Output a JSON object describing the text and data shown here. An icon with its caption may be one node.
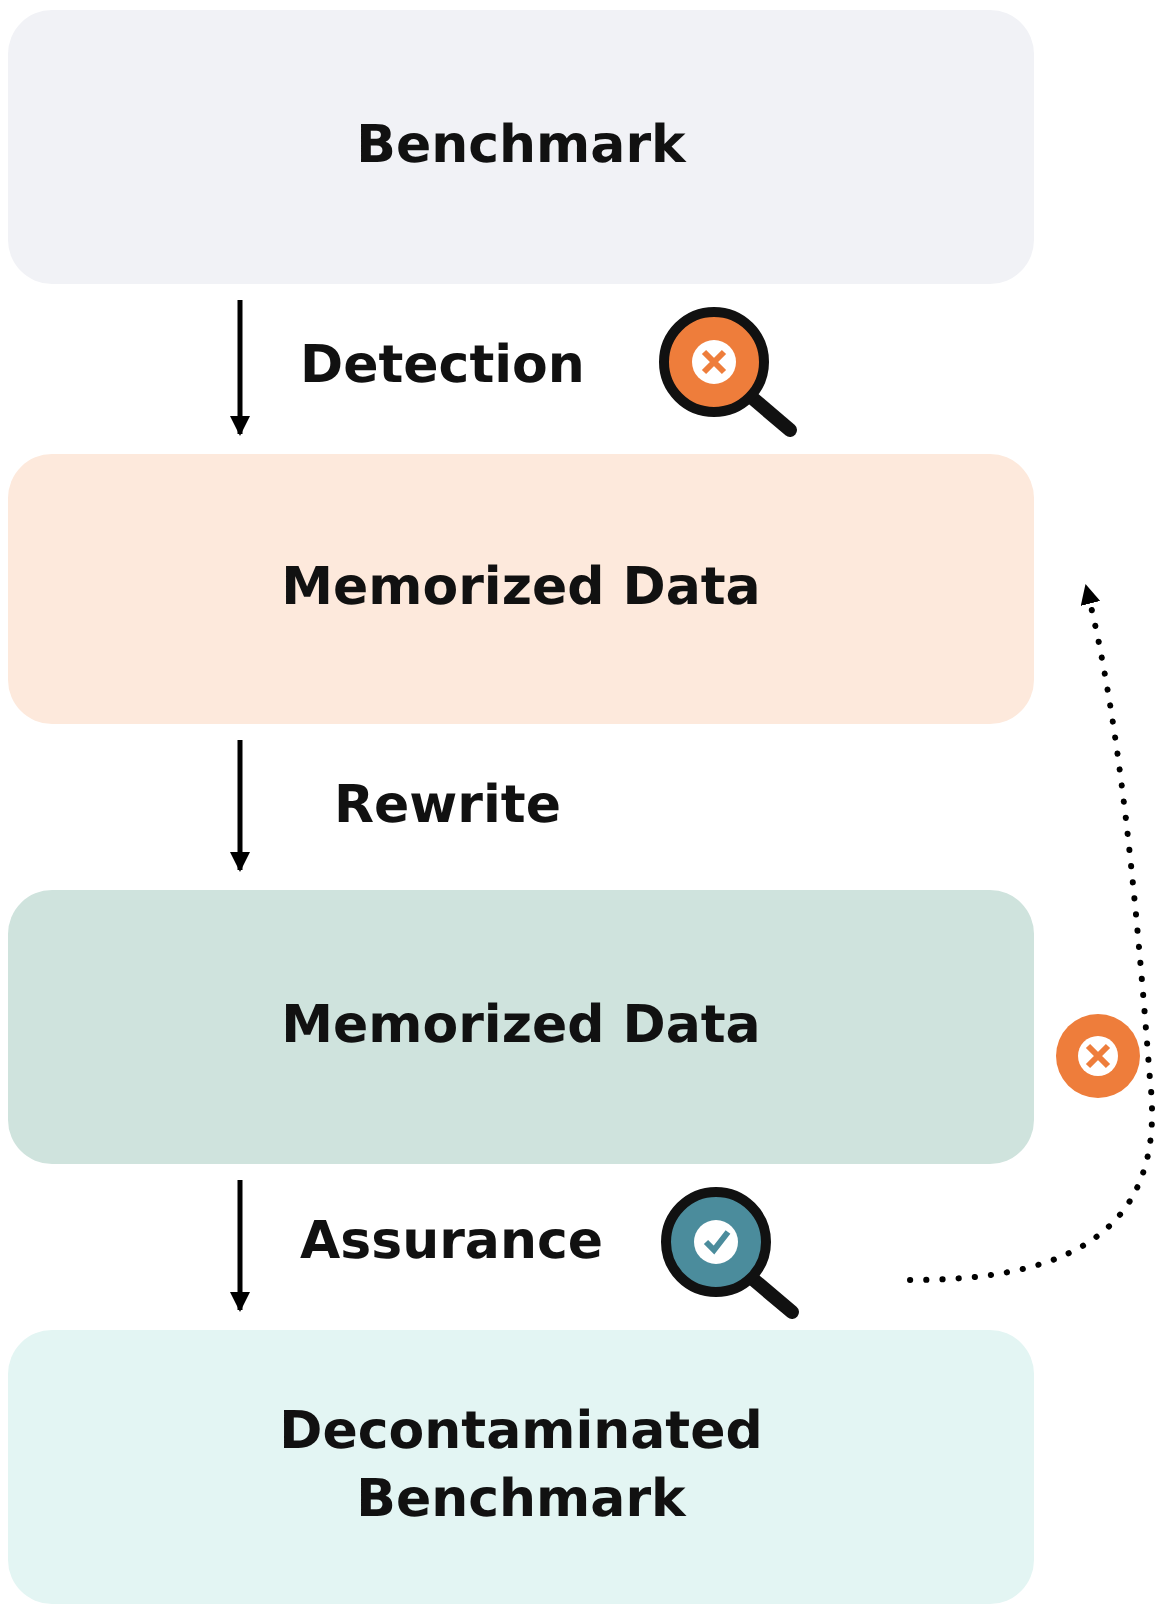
{
  "diagram": {
    "nodes": [
      {
        "text": [
          "Benchmark"
        ]
      },
      {
        "text": [
          "Memorized Data"
        ]
      },
      {
        "text": [
          "Memorized Data"
        ]
      },
      {
        "text": [
          "Decontaminated Benchmark"
        ]
      }
    ],
    "edges": [
      {
        "from": 0,
        "to": 1,
        "arrow": "to",
        "label": "Detection"
      },
      {
        "from": 1,
        "to": 2,
        "arrow": "to",
        "label": "Rewrite"
      },
      {
        "from": 2,
        "to": 3,
        "arrow": "to",
        "label": "Assurance"
      },
      {
        "from": null,
        "to": 1,
        "arrow": "to",
        "style": "dashed"
      }
    ]
  }
}
